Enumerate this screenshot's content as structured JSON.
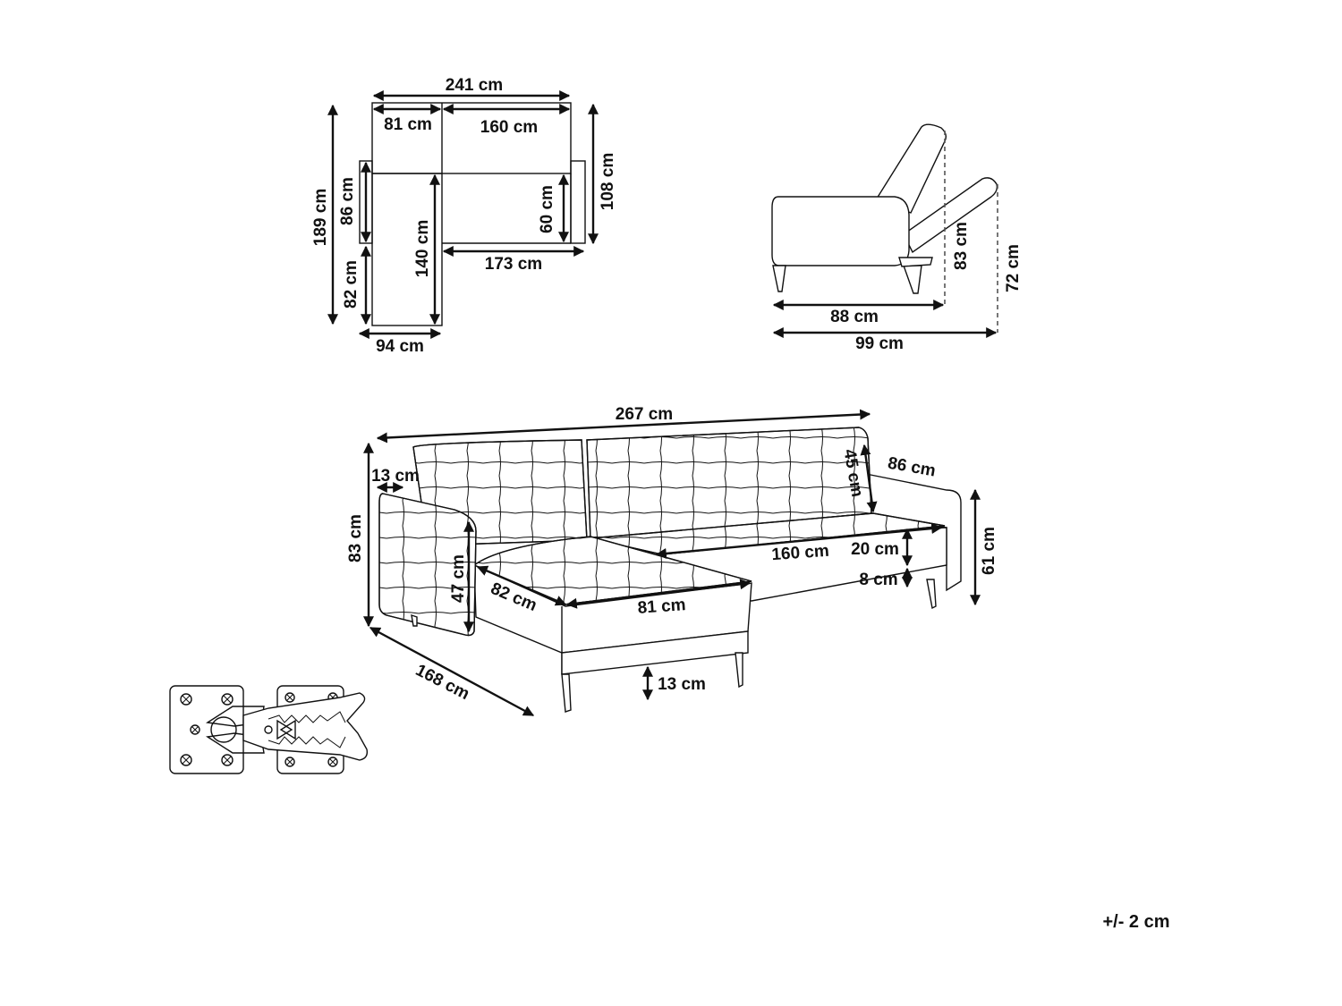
{
  "top_view": {
    "total_width": "241 cm",
    "chaise_width": "81 cm",
    "sofa_width": "160 cm",
    "total_depth": "189 cm",
    "armrest_depth": "86 cm",
    "chaise_front": "82 cm",
    "chaise_seat_depth": "140 cm",
    "seat_depth": "60 cm",
    "sofa_depth": "108 cm",
    "seat_width": "173 cm",
    "chaise_total_width": "94 cm"
  },
  "side_view": {
    "bed_depth": "88 cm",
    "total_depth": "99 cm",
    "backrest_height": "83 cm",
    "recline_height": "72 cm"
  },
  "perspective_view": {
    "total_width": "267 cm",
    "armrest_width": "13 cm",
    "back_height": "45 cm",
    "armrest_depth": "86 cm",
    "total_height": "83 cm",
    "arm_height": "47 cm",
    "chaise_seat_depth": "82 cm",
    "seat_width": "160 cm",
    "cushion_height": "20 cm",
    "base_height": "8 cm",
    "side_height": "61 cm",
    "chaise_width": "81 cm",
    "chaise_length": "168 cm",
    "leg_height": "13 cm"
  },
  "tolerance": "+/- 2 cm"
}
